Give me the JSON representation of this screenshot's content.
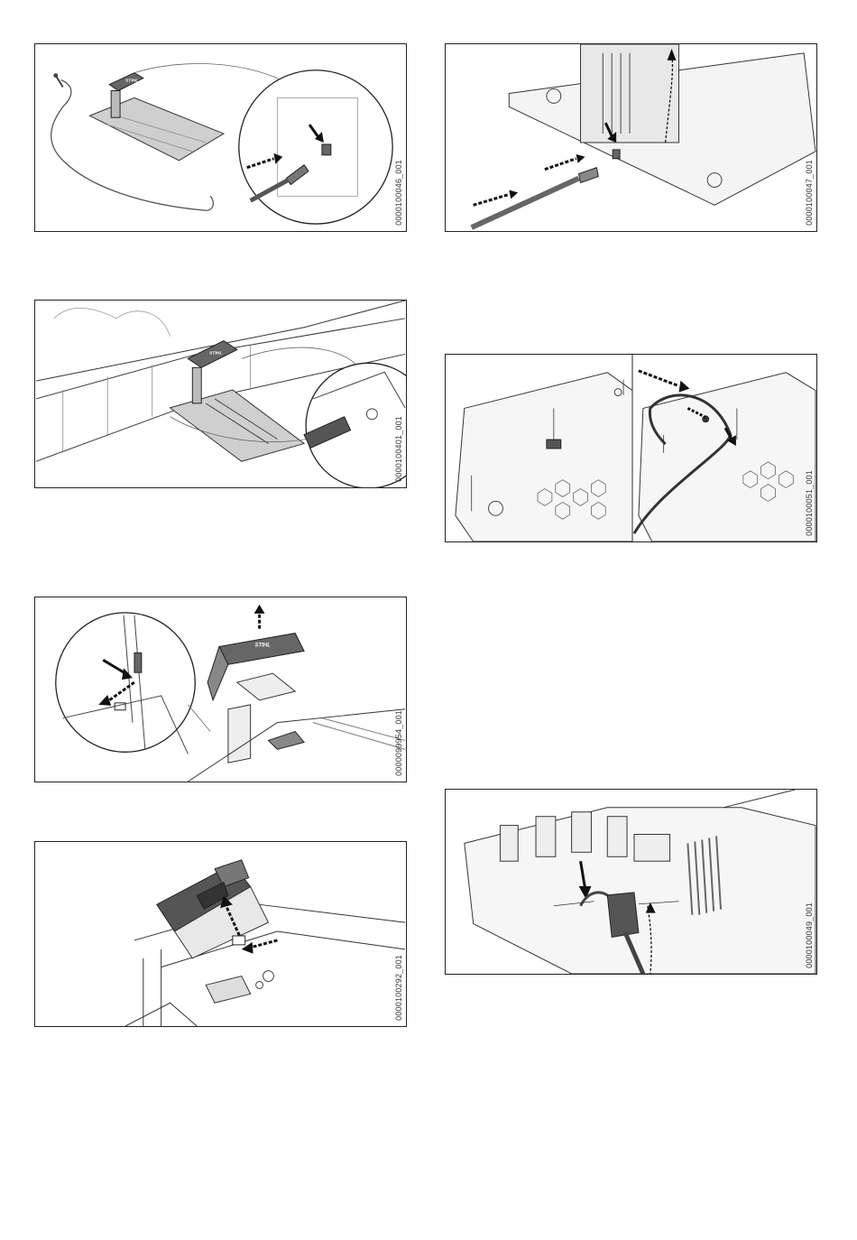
{
  "figures": [
    {
      "id": "0000100046_001",
      "brand_logo": "STIHL"
    },
    {
      "id": "0000100047_001"
    },
    {
      "id": "0000100401_001",
      "brand_logo": "STIHL"
    },
    {
      "id": "0000100051_001"
    },
    {
      "id": "0000099954_001",
      "brand_logo": "STIHL"
    },
    {
      "id": "0000100049_001"
    },
    {
      "id": "0000100292_001"
    }
  ]
}
